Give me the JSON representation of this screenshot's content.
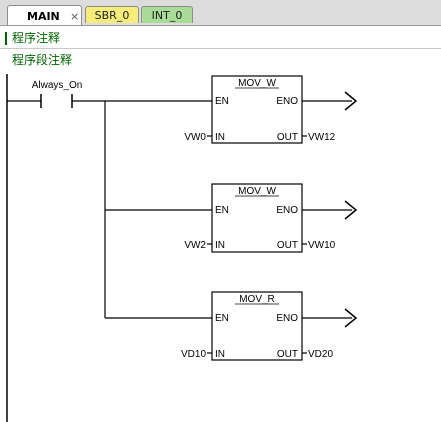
{
  "tabs": [
    {
      "label": "MAIN",
      "close": "×"
    },
    {
      "label": "SBR_0"
    },
    {
      "label": "INT_0"
    }
  ],
  "program_comment": "程序注释",
  "network_comment": "程序段注释",
  "contact": {
    "label": "Always_On"
  },
  "blocks": [
    {
      "title": "MOV_W",
      "en": "EN",
      "eno": "ENO",
      "in_label": "IN",
      "out_label": "OUT",
      "in_operand": "VW0",
      "out_operand": "VW12"
    },
    {
      "title": "MOV_W",
      "en": "EN",
      "eno": "ENO",
      "in_label": "IN",
      "out_label": "OUT",
      "in_operand": "VW2",
      "out_operand": "VW10"
    },
    {
      "title": "MOV_R",
      "en": "EN",
      "eno": "ENO",
      "in_label": "IN",
      "out_label": "OUT",
      "in_operand": "VD10",
      "out_operand": "VD20"
    }
  ]
}
